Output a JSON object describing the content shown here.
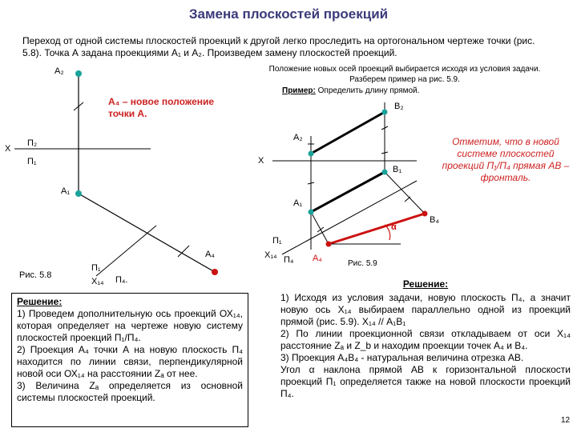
{
  "title": "Замена плоскостей проекций",
  "intro": "Переход от одной системы плоскостей проекций к другой легко проследить на ортогональном чертеже точки (рис. 5.8). Точка А задана проекциями А₁ и А₂. Произведем замену плоскостей проекций.",
  "note": "Положение новых осей проекций выбирается исходя из условия задачи. Разберем пример на рис. 5.9.",
  "example_label": "Пример:",
  "example_text": "Определить длину прямой.",
  "left_callout": "А₄ – новое положение точки А.",
  "right_callout": "Отметим, что в новой системе плоскостей проекций П₁/П₄ прямая АВ – фронталь.",
  "fig1": {
    "caption": "Рис. 5.8",
    "x": "X",
    "p2": "П₂",
    "p1": "П₁",
    "a2": "А₂",
    "a1": "А₁",
    "a4": "А₄",
    "p1b": "П₁",
    "x14": "X₁₄",
    "p4": "П₄."
  },
  "fig2": {
    "caption": "Рис. 5.9",
    "x": "X",
    "a2": "А₂",
    "b2": "В₂",
    "a1": "А₁",
    "b1": "В₁",
    "b4": "В₄",
    "a4": "А₄",
    "p1": "П₁",
    "x14": "X₁₄",
    "p4": "П₄",
    "alpha": "α"
  },
  "solution_left": {
    "header": "Решение:",
    "lines": [
      "1) Проведем дополнительную ось проекций ОХ₁₄, которая определяет на чертеже новую систему плоскостей проекций П₁/П₄.",
      "2) Проекция А₄ точки А на новую плоскость П₄ находится по линии связи, перпендикулярной новой оси ОХ₁₄ на расстоянии Zₐ от нее.",
      "3) Величина Zₐ определяется из основной системы плоскостей проекций."
    ]
  },
  "solution_right": {
    "header": "Решение:",
    "lines": [
      "1) Исходя из условия задачи, новую плоскость П₄, а значит новую ось Х₁₄ выбираем параллельно одной из проекций прямой (рис. 5.9). Х₁₄ // А₁В₁",
      "2) По линии проекционной связи откладываем от оси Х₁₄ расстояние Zₐ и Z_b и находим проекции точек А₄ и В₄.",
      "3) Проекция А₄В₄ - натуральная величина отрезка АВ.",
      "Угол α наклона прямой АВ к горизонтальной плоскости проекций П₁ определяется также на новой плоскости проекций П₄."
    ]
  },
  "page_number": "12",
  "colors": {
    "title": "#3a3a7a",
    "accent_red": "#cc2222",
    "point": "#1aa39a",
    "point_red": "#cc1111"
  }
}
